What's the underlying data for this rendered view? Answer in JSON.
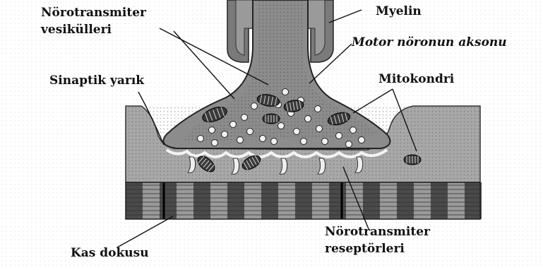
{
  "labels": {
    "neurotransmitter_vesicles_line1": "Nörotransmiter",
    "neurotransmitter_vesicles_line2": "vesikülleri",
    "myelin": "Myelin",
    "motor_axon": "Motor nöronun aksonu",
    "synaptic_cleft": "Sinaptik yarık",
    "mitochondria": "Mitokondri",
    "muscle_tissue": "Kas dokusu",
    "receptors_line1": "Nörotransmiter",
    "receptors_line2": "reseptörleri"
  },
  "colors": {
    "ink": "#111111",
    "tissue": "#a9a9a9",
    "tissue_dark": "#6f6f6f",
    "terminal": "#8a8a8a",
    "myelin": "#7d7d7d",
    "band_dark": "#4a4a4a",
    "band_light": "#9a9a9a",
    "vesicle": "#f2f2f2",
    "mito": "#3a3a3a"
  }
}
